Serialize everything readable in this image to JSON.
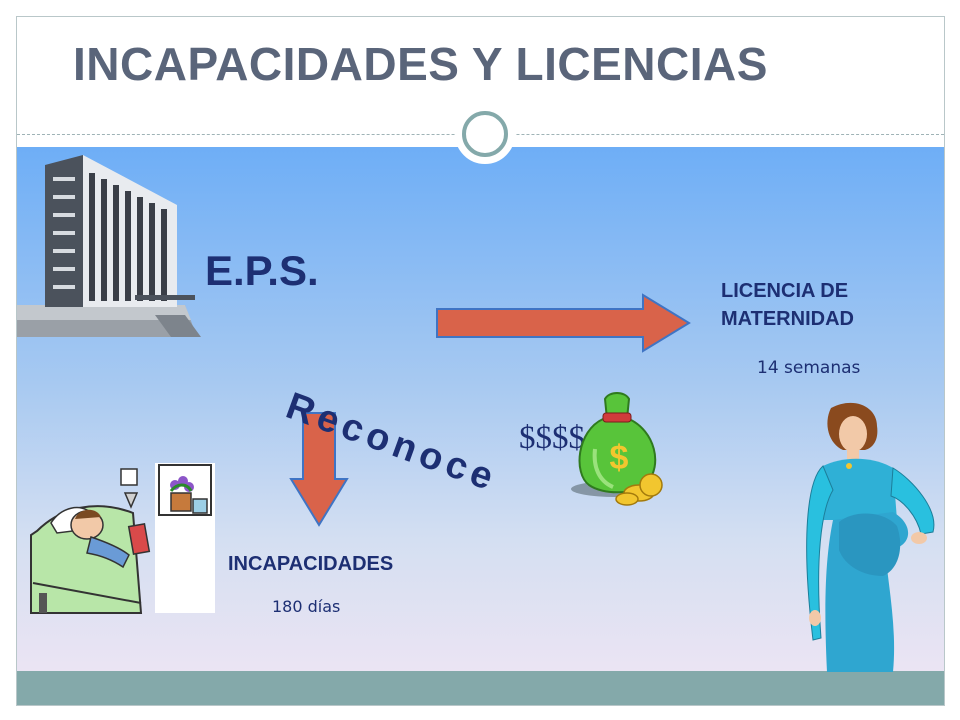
{
  "slide": {
    "title": "INCAPACIDADES Y LICENCIAS"
  },
  "eps": {
    "label": "E.P.S."
  },
  "recognition": {
    "verb": "Reconoce",
    "money": "$$$$"
  },
  "maternity": {
    "title_line1": "LICENCIA DE",
    "title_line2": "MATERNIDAD",
    "duration": "14 semanas"
  },
  "incapacity": {
    "title": "INCAPACIDADES",
    "duration": "180 días"
  },
  "colors": {
    "title_text": "#5a657a",
    "body_text": "#1d2f73",
    "arrow_fill": "#d9634a",
    "arrow_stroke": "#3f74c4",
    "footer_bar": "#84a9aa"
  }
}
